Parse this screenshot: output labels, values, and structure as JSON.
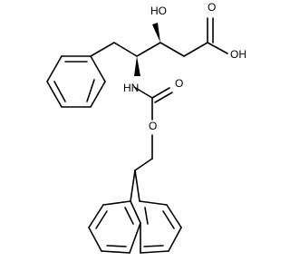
{
  "labels": {
    "hydroxyl": "HO",
    "carbonyl_oxygen_acid": "O",
    "acid_hydroxyl": "OH",
    "amine": "HN",
    "carbonyl_oxygen_carbamate": "O",
    "ester_oxygen": "O"
  }
}
